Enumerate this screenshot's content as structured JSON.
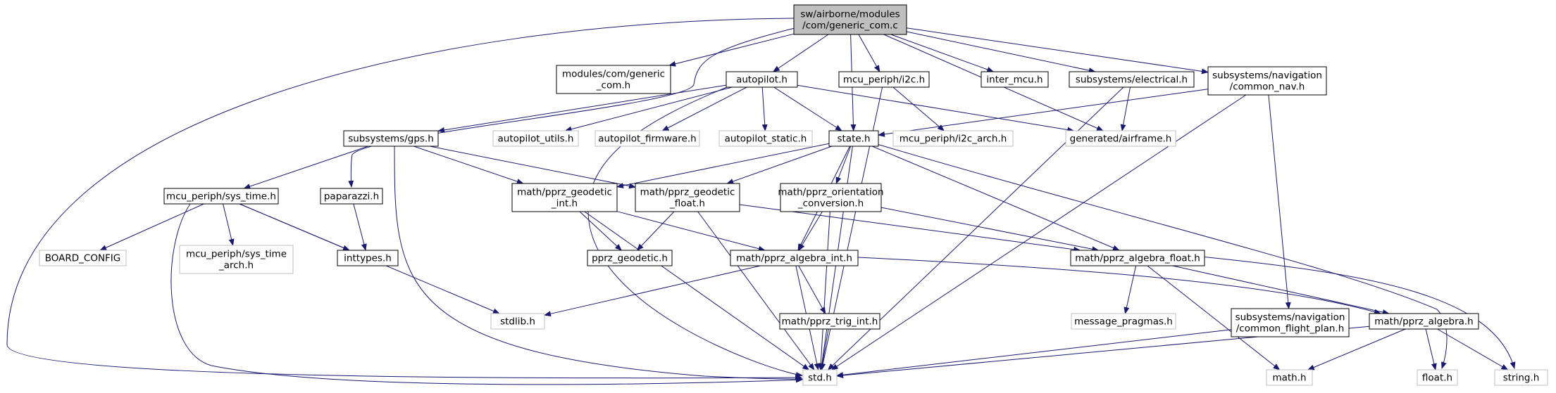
{
  "colors": {
    "edge": "#191970",
    "node_border": "#000000",
    "node_border_missing": "#bfbfbf",
    "root_fill": "#bfbfbf",
    "node_fill": "#ffffff",
    "text": "#000000"
  },
  "nodes": [
    {
      "id": "root",
      "lines": [
        "sw/airborne/modules",
        "/com/generic_com.c"
      ],
      "style": "root"
    },
    {
      "id": "generic_com_h",
      "lines": [
        "modules/com/generic",
        "_com.h"
      ],
      "style": "normal"
    },
    {
      "id": "autopilot_h",
      "lines": [
        "autopilot.h"
      ],
      "style": "normal"
    },
    {
      "id": "mcu_i2c_h",
      "lines": [
        "mcu_periph/i2c.h"
      ],
      "style": "normal"
    },
    {
      "id": "inter_mcu_h",
      "lines": [
        "inter_mcu.h"
      ],
      "style": "normal"
    },
    {
      "id": "electrical_h",
      "lines": [
        "subsystems/electrical.h"
      ],
      "style": "normal"
    },
    {
      "id": "common_nav_h",
      "lines": [
        "subsystems/navigation",
        "/common_nav.h"
      ],
      "style": "normal"
    },
    {
      "id": "gps_h",
      "lines": [
        "subsystems/gps.h"
      ],
      "style": "normal"
    },
    {
      "id": "autopilot_utils_h",
      "lines": [
        "autopilot_utils.h"
      ],
      "style": "missing"
    },
    {
      "id": "autopilot_firmware_h",
      "lines": [
        "autopilot_firmware.h"
      ],
      "style": "missing"
    },
    {
      "id": "autopilot_static_h",
      "lines": [
        "autopilot_static.h"
      ],
      "style": "missing"
    },
    {
      "id": "state_h",
      "lines": [
        "state.h"
      ],
      "style": "normal"
    },
    {
      "id": "i2c_arch_h",
      "lines": [
        "mcu_periph/i2c_arch.h"
      ],
      "style": "missing"
    },
    {
      "id": "airframe_h",
      "lines": [
        "generated/airframe.h"
      ],
      "style": "missing"
    },
    {
      "id": "sys_time_h",
      "lines": [
        "mcu_periph/sys_time.h"
      ],
      "style": "normal"
    },
    {
      "id": "paparazzi_h",
      "lines": [
        "paparazzi.h"
      ],
      "style": "normal"
    },
    {
      "id": "geodetic_int_h",
      "lines": [
        "math/pprz_geodetic",
        "_int.h"
      ],
      "style": "normal"
    },
    {
      "id": "geodetic_float_h",
      "lines": [
        "math/pprz_geodetic",
        "_float.h"
      ],
      "style": "normal"
    },
    {
      "id": "orientation_h",
      "lines": [
        "math/pprz_orientation",
        "_conversion.h"
      ],
      "style": "normal"
    },
    {
      "id": "board_config",
      "lines": [
        "BOARD_CONFIG"
      ],
      "style": "missing"
    },
    {
      "id": "sys_time_arch_h",
      "lines": [
        "mcu_periph/sys_time",
        "_arch.h"
      ],
      "style": "missing"
    },
    {
      "id": "inttypes_h",
      "lines": [
        "inttypes.h"
      ],
      "style": "normal"
    },
    {
      "id": "pprz_geodetic_h",
      "lines": [
        "pprz_geodetic.h"
      ],
      "style": "normal"
    },
    {
      "id": "algebra_int_h",
      "lines": [
        "math/pprz_algebra_int.h"
      ],
      "style": "normal"
    },
    {
      "id": "algebra_float_h",
      "lines": [
        "math/pprz_algebra_float.h"
      ],
      "style": "normal"
    },
    {
      "id": "stdlib_h",
      "lines": [
        "stdlib.h"
      ],
      "style": "missing"
    },
    {
      "id": "trig_int_h",
      "lines": [
        "math/pprz_trig_int.h"
      ],
      "style": "normal"
    },
    {
      "id": "message_pragmas_h",
      "lines": [
        "message_pragmas.h"
      ],
      "style": "missing"
    },
    {
      "id": "common_flight_plan_h",
      "lines": [
        "subsystems/navigation",
        "/common_flight_plan.h"
      ],
      "style": "normal"
    },
    {
      "id": "algebra_h",
      "lines": [
        "math/pprz_algebra.h"
      ],
      "style": "normal"
    },
    {
      "id": "std_h",
      "lines": [
        "std.h"
      ],
      "style": "missing"
    },
    {
      "id": "math_h",
      "lines": [
        "math.h"
      ],
      "style": "missing"
    },
    {
      "id": "float_h",
      "lines": [
        "float.h"
      ],
      "style": "missing"
    },
    {
      "id": "string_h",
      "lines": [
        "string.h"
      ],
      "style": "missing"
    }
  ],
  "edges": [
    [
      "root",
      "generic_com_h"
    ],
    [
      "root",
      "autopilot_h"
    ],
    [
      "root",
      "mcu_i2c_h"
    ],
    [
      "root",
      "inter_mcu_h"
    ],
    [
      "root",
      "electrical_h"
    ],
    [
      "root",
      "common_nav_h"
    ],
    [
      "root",
      "state_h"
    ],
    [
      "root",
      "airframe_h"
    ],
    [
      "root",
      "std_h"
    ],
    [
      "root",
      "paparazzi_h"
    ],
    [
      "autopilot_h",
      "gps_h"
    ],
    [
      "autopilot_h",
      "autopilot_utils_h"
    ],
    [
      "autopilot_h",
      "autopilot_firmware_h"
    ],
    [
      "autopilot_h",
      "autopilot_static_h"
    ],
    [
      "autopilot_h",
      "state_h"
    ],
    [
      "autopilot_h",
      "airframe_h"
    ],
    [
      "autopilot_h",
      "std_h"
    ],
    [
      "mcu_i2c_h",
      "i2c_arch_h"
    ],
    [
      "mcu_i2c_h",
      "std_h"
    ],
    [
      "electrical_h",
      "airframe_h"
    ],
    [
      "electrical_h",
      "std_h"
    ],
    [
      "common_nav_h",
      "state_h"
    ],
    [
      "common_nav_h",
      "common_flight_plan_h"
    ],
    [
      "common_nav_h",
      "std_h"
    ],
    [
      "gps_h",
      "sys_time_h"
    ],
    [
      "gps_h",
      "geodetic_int_h"
    ],
    [
      "gps_h",
      "geodetic_float_h"
    ],
    [
      "gps_h",
      "std_h"
    ],
    [
      "state_h",
      "geodetic_int_h"
    ],
    [
      "state_h",
      "geodetic_float_h"
    ],
    [
      "state_h",
      "orientation_h"
    ],
    [
      "state_h",
      "algebra_int_h"
    ],
    [
      "state_h",
      "algebra_float_h"
    ],
    [
      "state_h",
      "std_h"
    ],
    [
      "state_h",
      "float_h"
    ],
    [
      "sys_time_h",
      "board_config"
    ],
    [
      "sys_time_h",
      "sys_time_arch_h"
    ],
    [
      "sys_time_h",
      "inttypes_h"
    ],
    [
      "sys_time_h",
      "stdlib_h"
    ],
    [
      "sys_time_h",
      "std_h"
    ],
    [
      "paparazzi_h",
      "inttypes_h"
    ],
    [
      "geodetic_int_h",
      "pprz_geodetic_h"
    ],
    [
      "geodetic_int_h",
      "algebra_int_h"
    ],
    [
      "geodetic_int_h",
      "std_h"
    ],
    [
      "geodetic_float_h",
      "pprz_geodetic_h"
    ],
    [
      "geodetic_float_h",
      "algebra_float_h"
    ],
    [
      "geodetic_float_h",
      "std_h"
    ],
    [
      "orientation_h",
      "algebra_int_h"
    ],
    [
      "orientation_h",
      "algebra_float_h"
    ],
    [
      "orientation_h",
      "std_h"
    ],
    [
      "algebra_int_h",
      "stdlib_h"
    ],
    [
      "algebra_int_h",
      "trig_int_h"
    ],
    [
      "algebra_int_h",
      "algebra_h"
    ],
    [
      "algebra_int_h",
      "std_h"
    ],
    [
      "algebra_float_h",
      "message_pragmas_h"
    ],
    [
      "algebra_float_h",
      "algebra_h"
    ],
    [
      "algebra_float_h",
      "math_h"
    ],
    [
      "algebra_float_h",
      "string_h"
    ],
    [
      "trig_int_h",
      "std_h"
    ],
    [
      "common_flight_plan_h",
      "std_h"
    ],
    [
      "algebra_h",
      "std_h"
    ],
    [
      "algebra_h",
      "math_h"
    ],
    [
      "algebra_h",
      "float_h"
    ],
    [
      "algebra_h",
      "string_h"
    ]
  ]
}
